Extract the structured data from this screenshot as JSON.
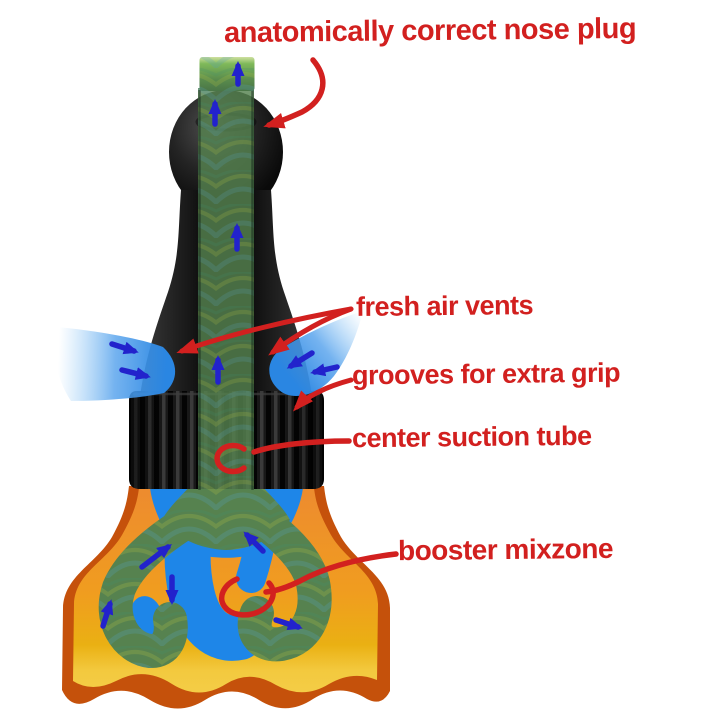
{
  "title": "anatomically correct nose plug",
  "annotations": {
    "fresh_air_vents": "fresh air vents",
    "grooves": "grooves for extra grip",
    "center_suction_tube": "center suction tube",
    "booster_mixzone": "booster mixzone"
  },
  "colors": {
    "annotation_red": "#d2201f",
    "flow_arrow_blue": "#2222cc",
    "vent_air_blue": "#2a86e2",
    "chamber_blue": "#1e86e8",
    "tube_green": "#56824f",
    "tube_tip_green": "#7fb95a",
    "body_black": "#141414",
    "flask_border_orange": "#c5510b",
    "flask_fill_orange": "#f09d1f",
    "flask_fill_yellow": "#f3c93e",
    "background": "#ffffff"
  },
  "icons": {
    "flow_arrow": "small blue arrow showing air/flow direction",
    "leader_arrow": "red hand-drawn annotation arrow",
    "highlight_circle": "red hand-drawn highlight ring"
  }
}
